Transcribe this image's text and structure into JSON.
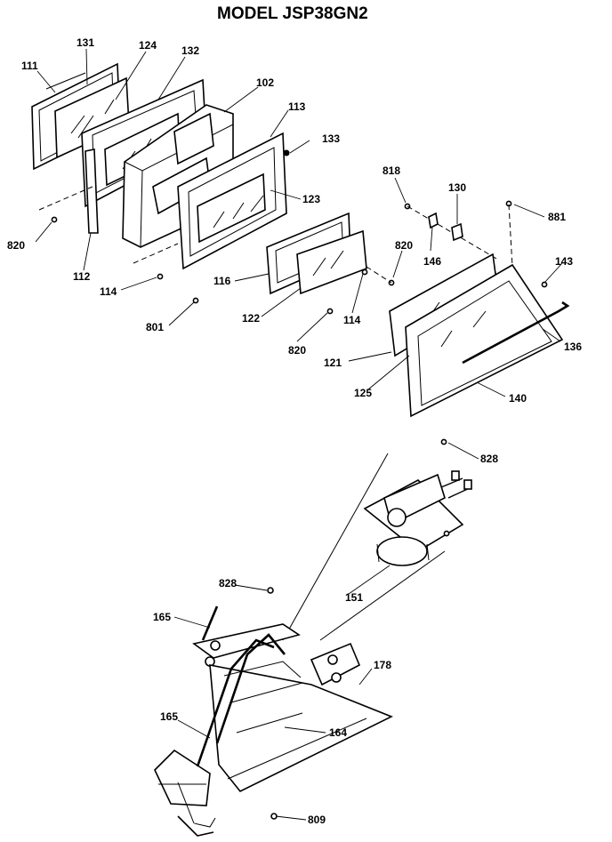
{
  "title": "MODEL JSP38GN2",
  "callouts": {
    "c111": "111",
    "c131": "131",
    "c124": "124",
    "c132": "132",
    "c102": "102",
    "c113": "113",
    "c133": "133",
    "c123": "123",
    "c820a": "820",
    "c112": "112",
    "c114a": "114",
    "c801": "801",
    "c116": "116",
    "c122": "122",
    "c820b": "820",
    "c114b": "114",
    "c820c": "820",
    "c818": "818",
    "c130": "130",
    "c881": "881",
    "c146": "146",
    "c143": "143",
    "c121": "121",
    "c125": "125",
    "c140": "140",
    "c136": "136",
    "c828a": "828",
    "c151": "151",
    "c828b": "828",
    "c165a": "165",
    "c178": "178",
    "c165b": "165",
    "c164": "164",
    "c809": "809"
  }
}
